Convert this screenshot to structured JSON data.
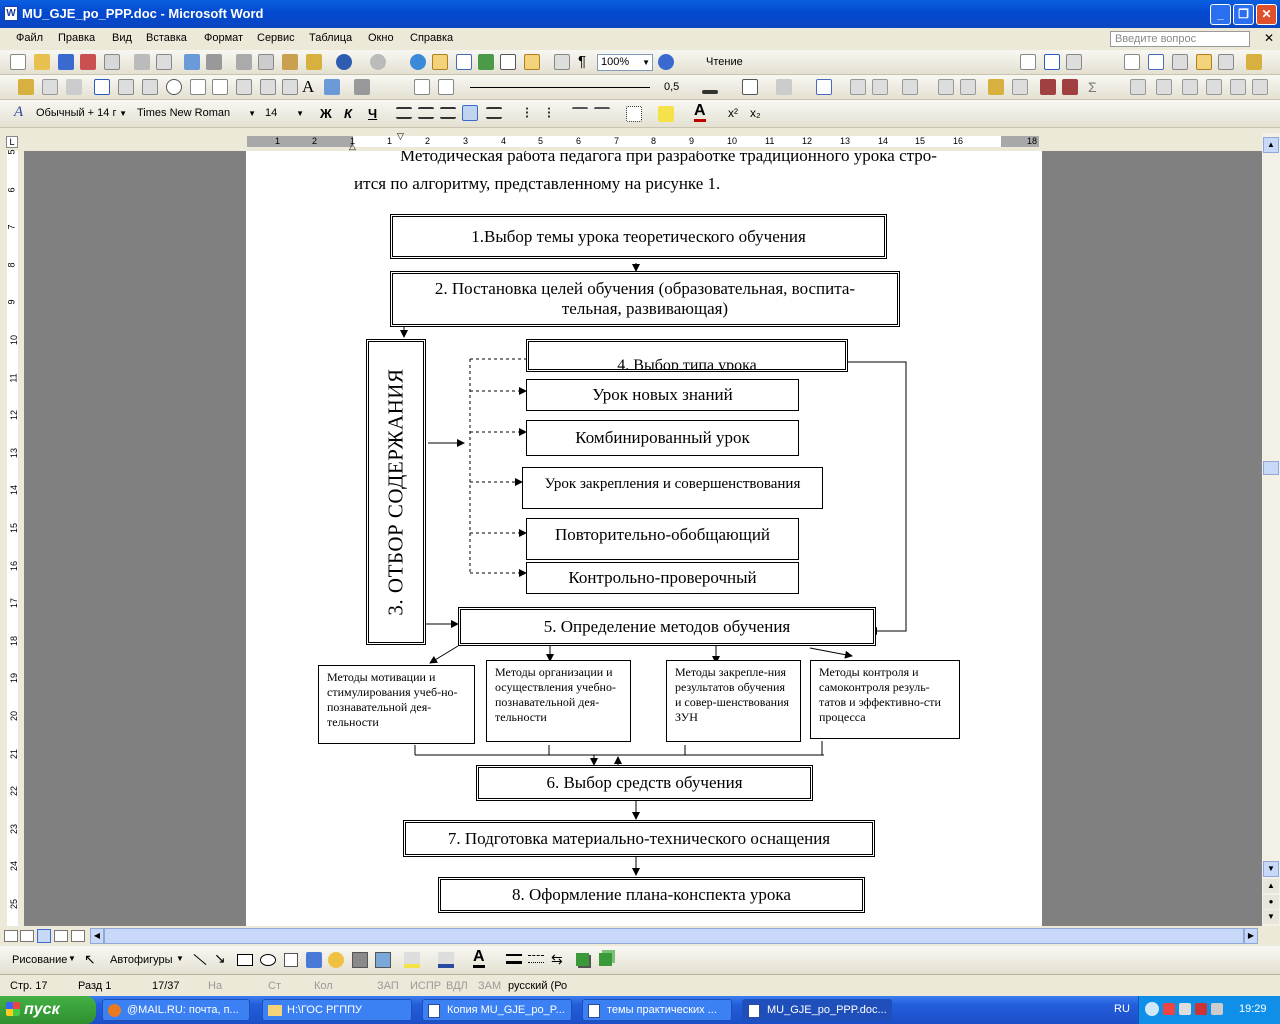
{
  "window": {
    "title": "MU_GJE_po_PPP.doc - Microsoft Word"
  },
  "menu": {
    "items": [
      "Файл",
      "Правка",
      "Вид",
      "Вставка",
      "Формат",
      "Сервис",
      "Таблица",
      "Окно",
      "Справка"
    ],
    "ask_placeholder": "Введите вопрос"
  },
  "toolbar": {
    "zoom": "100%",
    "reading": "Чтение",
    "line_width": "0,5"
  },
  "format": {
    "style": "Обычный + 14 г",
    "font": "Times New Roman",
    "size": "14",
    "bold": "Ж",
    "italic": "К",
    "underline": "Ч"
  },
  "ruler": {
    "h": [
      "1",
      "2",
      "1",
      "1",
      "2",
      "3",
      "4",
      "5",
      "6",
      "7",
      "8",
      "9",
      "10",
      "11",
      "12",
      "13",
      "14",
      "15",
      "16",
      "18"
    ],
    "v": [
      "5",
      "6",
      "7",
      "8",
      "9",
      "10",
      "11",
      "12",
      "13",
      "14",
      "15",
      "16",
      "17",
      "18",
      "19",
      "20",
      "21",
      "22",
      "23",
      "24",
      "25"
    ]
  },
  "document": {
    "line1": "Методическая работа педагога при разработке традиционного урока стро-",
    "line2": "ится по алгоритму, представленному на рисунке 1.",
    "step1": "1.Выбор темы урока теоретического обучения",
    "step2a": "2. Постановка целей обучения (образовательная, воспита-",
    "step2b": "тельная, развивающая)",
    "step3": "3. ОТБОР СОДЕРЖАНИЯ",
    "step4": "4. Выбор типа урока",
    "lesson_types": [
      "Урок новых знаний",
      "Комбинированный урок",
      "Урок закрепления и совершенствования",
      "Повторительно-обобщающий",
      "Контрольно-проверочный"
    ],
    "step5": "5. Определение методов обучения",
    "methods": [
      "Методы мотивации и стимулирования учеб-но-познавательной дея-тельности",
      "Методы организации и осуществления учебно-познавательной дея-тельности",
      "Методы закрепле-ния результатов обучения и совер-шенствования ЗУН",
      "Методы контроля и самоконтроля резуль-татов и эффективно-сти процесса"
    ],
    "step6": "6. Выбор средств обучения",
    "step7": "7. Подготовка материально-технического оснащения",
    "step8": "8. Оформление плана-конспекта урока"
  },
  "drawing": {
    "draw": "Рисование",
    "autoshapes": "Автофигуры"
  },
  "status": {
    "page": "Стр. 17",
    "section": "Разд 1",
    "pages": "17/37",
    "at": "На",
    "line": "Ст",
    "col": "Кол",
    "rec": "ЗАП",
    "trk": "ИСПР",
    "ext": "ВДЛ",
    "ovr": "ЗАМ",
    "lang": "русский (Ро"
  },
  "taskbar": {
    "start": "пуск",
    "tasks": [
      "@MAIL.RU: почта, п...",
      "H:\\ГОС РГППУ",
      "Копия MU_GJE_po_P...",
      "темы практических ...",
      "MU_GJE_po_PPP.doc..."
    ],
    "lang": "RU",
    "clock": "19:29"
  }
}
